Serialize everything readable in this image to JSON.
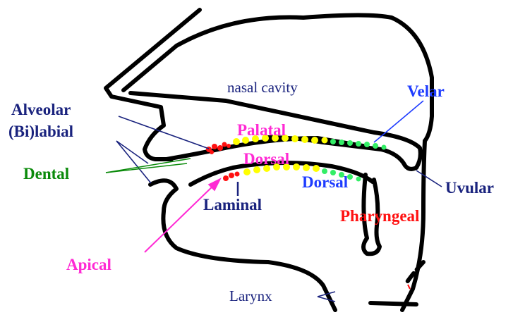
{
  "labels": {
    "nasal_cavity": "nasal cavity",
    "velar": "Velar",
    "alveolar": "Alveolar",
    "bilabial": "(Bi)labial",
    "palatal": "Palatal",
    "dorsal_upper": "Dorsal",
    "dental": "Dental",
    "dorsal_lower": "Dorsal",
    "uvular": "Uvular",
    "laminal": "Laminal",
    "pharyngeal": "Pharyngeal",
    "apical": "Apical",
    "larynx": "Larynx"
  },
  "colors": {
    "outline": "#000000",
    "navy": "#1a237e",
    "blue": "#1e3cff",
    "green": "#0a8a0a",
    "magenta": "#ff2ad4",
    "red": "#ff1010",
    "yellow": "#ffff00",
    "light_green": "#33ee66"
  }
}
